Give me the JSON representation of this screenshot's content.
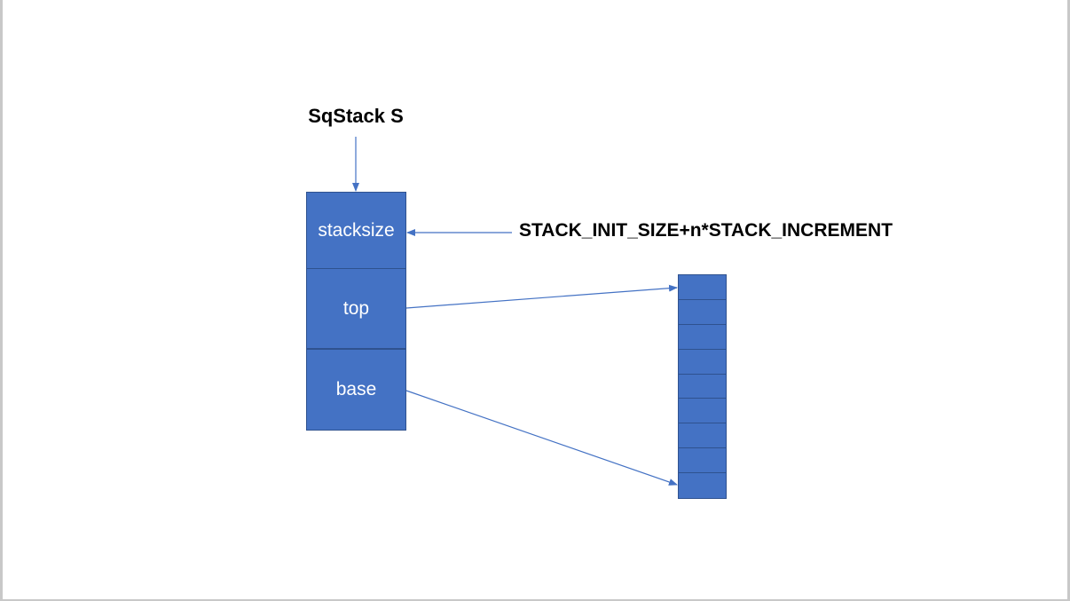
{
  "diagram": {
    "title": "SqStack S",
    "formula": "STACK_INIT_SIZE+n*STACK_INCREMENT",
    "fields": [
      {
        "label": "stacksize"
      },
      {
        "label": "top"
      },
      {
        "label": "base"
      }
    ],
    "array_cell_count": 9,
    "colors": {
      "box_fill": "#4472c4",
      "box_border": "#2f528f",
      "arrow": "#4472c4",
      "text": "#000000"
    }
  }
}
